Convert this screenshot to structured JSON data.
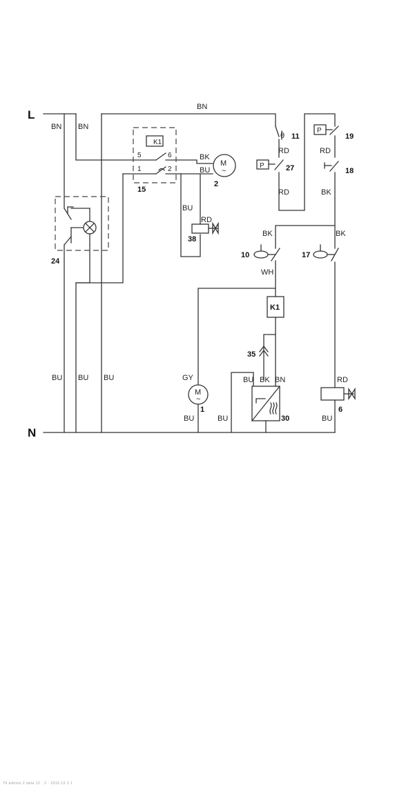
{
  "terminals": {
    "line": "L",
    "neutral": "N"
  },
  "wire_labels": {
    "bn_top": "BN",
    "bn_left_1": "BN",
    "bn_left_2": "BN",
    "bk_motor2": "BK",
    "bu_motor2": "BU",
    "bu_38": "BU",
    "rd_38": "RD",
    "rd_11": "RD",
    "rd_27": "RD",
    "rd_19": "RD",
    "bk_18": "BK",
    "bk_10": "BK",
    "bk_17": "BK",
    "wh_10": "WH",
    "gy_1": "GY",
    "bu_1": "BU",
    "bu_30_left": "BU",
    "bu_30_top": "BU",
    "bk_30": "BK",
    "bn_30": "BN",
    "rd_6": "RD",
    "bu_6": "BU",
    "bu_left_1": "BU",
    "bu_left_2": "BU",
    "bu_left_3": "BU"
  },
  "components": {
    "c15": {
      "number": "15",
      "relay": "K1",
      "pin5": "5",
      "pin6": "6",
      "pin1": "1",
      "pin2": "2"
    },
    "c2": {
      "number": "2",
      "symbol": "M",
      "tilde": "~"
    },
    "c38": {
      "number": "38"
    },
    "c11": {
      "number": "11",
      "symbol": "θ"
    },
    "c27": {
      "number": "27",
      "symbol": "P"
    },
    "c19": {
      "number": "19",
      "symbol": "P"
    },
    "c18": {
      "number": "18"
    },
    "c24": {
      "number": "24"
    },
    "c10": {
      "number": "10"
    },
    "c17": {
      "number": "17"
    },
    "ck1": {
      "label": "K1"
    },
    "c35": {
      "number": "35"
    },
    "c1": {
      "number": "1",
      "symbol": "M",
      "tilde": "~"
    },
    "c30": {
      "number": "30"
    },
    "c6": {
      "number": "6"
    }
  },
  "footer_text": "T6 edition 2 date 12 · 2 · 2016 12 2 1"
}
